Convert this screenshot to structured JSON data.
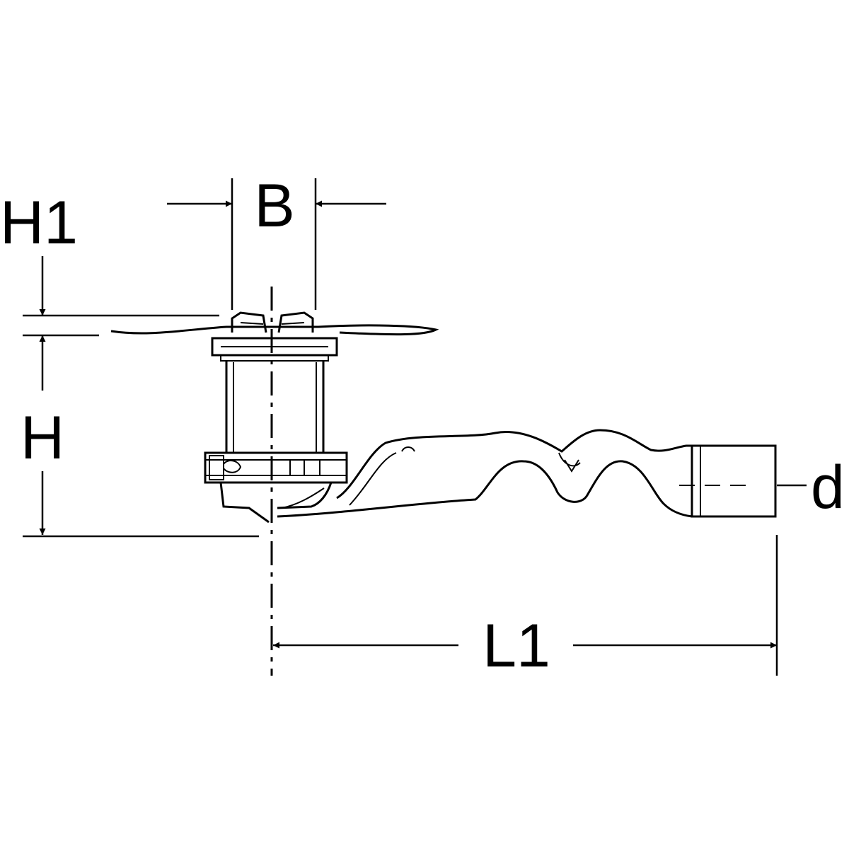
{
  "labels": {
    "height_top": "H1",
    "width": "B",
    "height": "H",
    "length": "L1",
    "diameter": "d"
  },
  "colors": {
    "line": "#000000",
    "background": "#ffffff"
  }
}
